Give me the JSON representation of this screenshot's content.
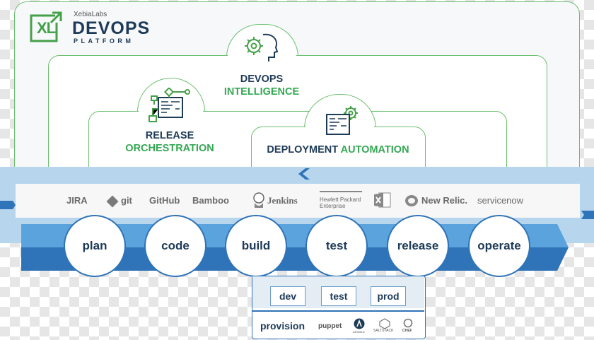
{
  "logo": {
    "mark": "XL",
    "company": "XebiaLabs",
    "product": "DEVOPS",
    "subtitle": "PLATFORM"
  },
  "layers": {
    "intelligence": {
      "line1": "DEVOPS",
      "line2": "INTELLIGENCE",
      "icon": "head-gear-icon"
    },
    "release": {
      "line1": "RELEASE",
      "line2": "ORCHESTRATION",
      "icon": "flow-document-icon"
    },
    "deployment": {
      "part1": "DEPLOYMENT",
      "part2": "AUTOMATION",
      "icon": "document-gear-icon"
    }
  },
  "tools": [
    "JIRA",
    "git",
    "GitHub",
    "Bamboo",
    "Jenkins",
    "Hewlett Packard",
    "Enterprise",
    "New Relic.",
    "servicenow"
  ],
  "stages": [
    "plan",
    "code",
    "build",
    "test",
    "release",
    "operate"
  ],
  "environments": [
    "dev",
    "test",
    "prod"
  ],
  "provision": {
    "label": "provision",
    "tools": [
      "puppet",
      "ANSIBLE",
      "SALTSTACK",
      "CHEF"
    ]
  },
  "colors": {
    "green": "#34a853",
    "navy": "#1d3a57",
    "blue": "#2f73b8",
    "light_blue": "#b7d6ee"
  }
}
